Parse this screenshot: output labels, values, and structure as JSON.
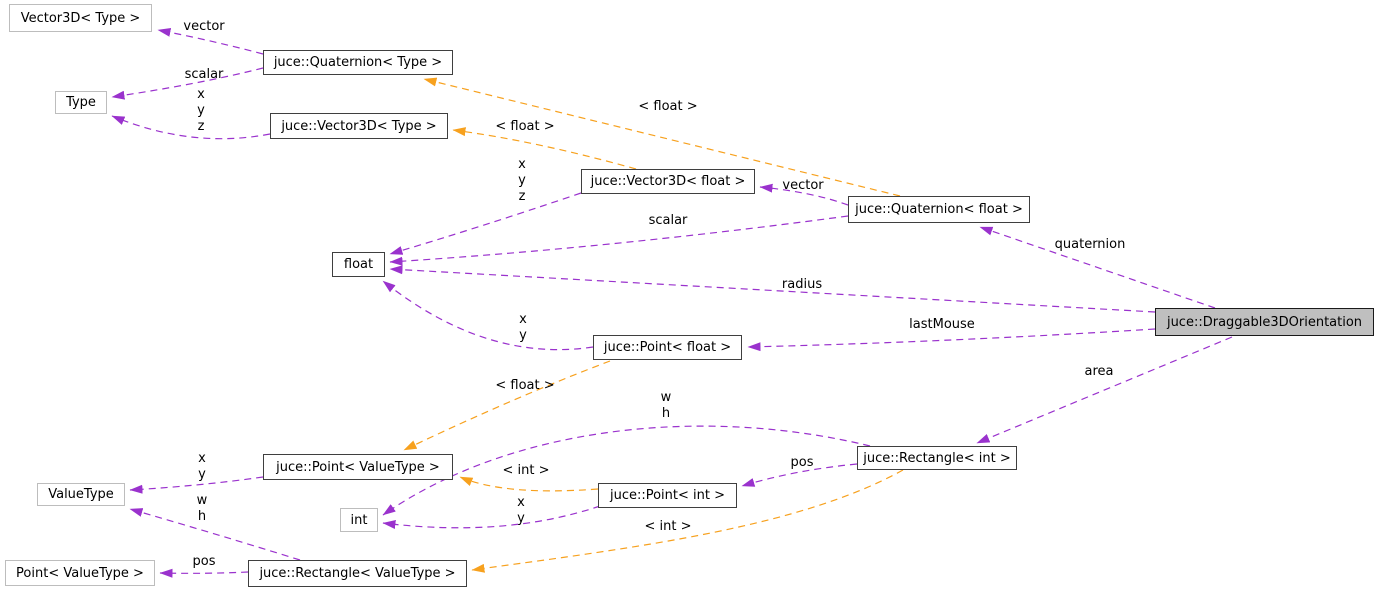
{
  "colors": {
    "usage": "#9a32cd",
    "template": "#f7a11e",
    "node_border": "#3f3f3f",
    "ext_border": "#bdbdbd",
    "focus_fill": "#bfbfbf",
    "background": "#ffffff",
    "text": "#000000"
  },
  "nodes": {
    "vector3d_type_ext": {
      "label": "Vector3D< Type >"
    },
    "quaternion_type": {
      "label": "juce::Quaternion< Type >"
    },
    "type_ext": {
      "label": "Type"
    },
    "vector3d_type": {
      "label": "juce::Vector3D< Type >"
    },
    "vector3d_float": {
      "label": "juce::Vector3D< float >"
    },
    "quaternion_float": {
      "label": "juce::Quaternion< float >"
    },
    "float_cls": {
      "label": "float"
    },
    "point_float": {
      "label": "juce::Point< float >"
    },
    "draggable": {
      "label": "juce::Draggable3DOrientation"
    },
    "point_valuetype": {
      "label": "juce::Point< ValueType >"
    },
    "valuetype_ext": {
      "label": "ValueType"
    },
    "int_ext": {
      "label": "int"
    },
    "point_int": {
      "label": "juce::Point< int >"
    },
    "rectangle_int": {
      "label": "juce::Rectangle< int >"
    },
    "point_valuetype_ext": {
      "label": "Point< ValueType >"
    },
    "rectangle_valuetype": {
      "label": "juce::Rectangle< ValueType >"
    }
  },
  "edge_labels": {
    "vector_top": "vector",
    "scalar_top": "scalar",
    "xyz_top": "x\ny\nz",
    "tmpl_float_quat": "< float >",
    "tmpl_float_vec": "< float >",
    "xyz_mid": "x\ny\nz",
    "vector_mid": "vector",
    "scalar_mid": "scalar",
    "quaternion": "quaternion",
    "radius": "radius",
    "last_mouse": "lastMouse",
    "xy_float": "x\ny",
    "tmpl_float_point": "< float >",
    "area": "area",
    "wh_int": "w\nh",
    "pos_int": "pos",
    "tmpl_int_point": "< int >",
    "xy_int": "x\ny",
    "tmpl_int_rect": "< int >",
    "xy_vt": "x\ny",
    "wh_vt": "w\nh",
    "pos_vt": "pos"
  }
}
